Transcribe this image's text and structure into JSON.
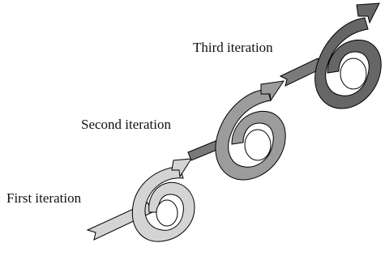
{
  "diagram": {
    "iterations": [
      {
        "label": "First iteration",
        "fill": "#d4d4d4"
      },
      {
        "label": "Second iteration",
        "fill": "#9c9c9c"
      },
      {
        "label": "Third iteration",
        "fill": "#666666"
      }
    ],
    "connector_fill": "#7a7a7a",
    "outline": "#000000"
  }
}
